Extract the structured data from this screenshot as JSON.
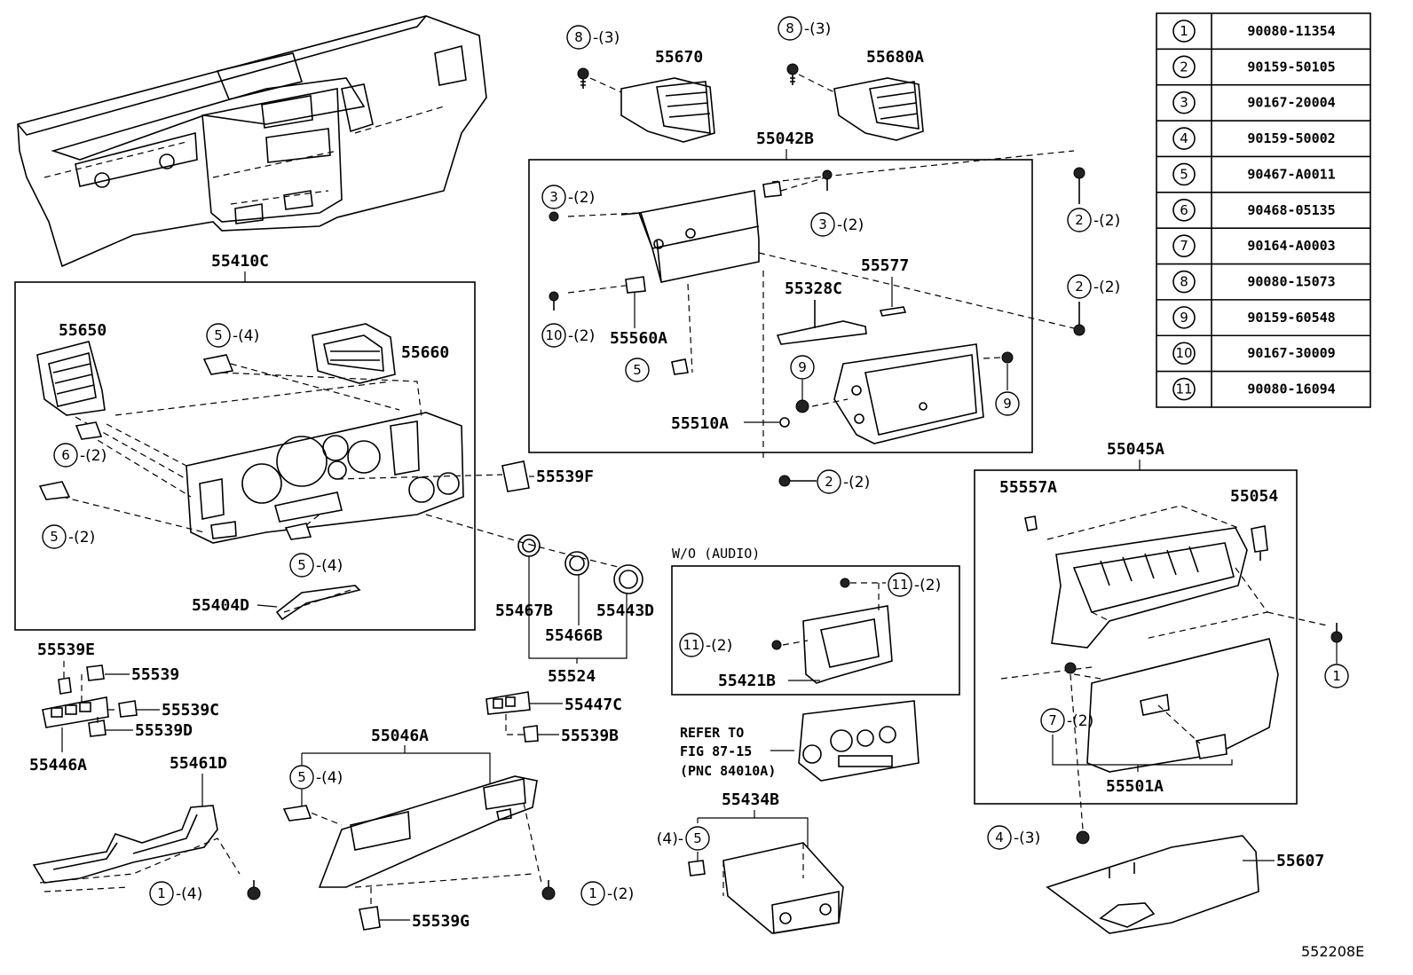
{
  "diagram_code": "552208E",
  "table": [
    {
      "n": "1",
      "part": "90080-11354"
    },
    {
      "n": "2",
      "part": "90159-50105"
    },
    {
      "n": "3",
      "part": "90167-20004"
    },
    {
      "n": "4",
      "part": "90159-50002"
    },
    {
      "n": "5",
      "part": "90467-A0011"
    },
    {
      "n": "6",
      "part": "90468-05135"
    },
    {
      "n": "7",
      "part": "90164-A0003"
    },
    {
      "n": "8",
      "part": "90080-15073"
    },
    {
      "n": "9",
      "part": "90159-60548"
    },
    {
      "n": "10",
      "part": "90167-30009"
    },
    {
      "n": "11",
      "part": "90080-16094"
    }
  ],
  "labels": {
    "p55410C": "55410C",
    "p55650": "55650",
    "p55660": "55660",
    "p55539F": "55539F",
    "p55404D": "55404D",
    "p55467B": "55467B",
    "p55443D": "55443D",
    "p55466B": "55466B",
    "p55524": "55524",
    "p55670": "55670",
    "p55680A": "55680A",
    "p55042B": "55042B",
    "p55577": "55577",
    "p55328C": "55328C",
    "p55560A": "55560A",
    "p55510A": "55510A",
    "p55045A": "55045A",
    "p55557A": "55557A",
    "p55054": "55054",
    "p55501A": "55501A",
    "p55607": "55607",
    "p55421B": "55421B",
    "p55434B": "55434B",
    "p55046A": "55046A",
    "p55539G": "55539G",
    "p55447C": "55447C",
    "p55539B": "55539B",
    "p55539E": "55539E",
    "p55539": "55539",
    "p55539C": "55539C",
    "p55539D": "55539D",
    "p55446A": "55446A",
    "p55461D": "55461D"
  },
  "wo_audio": "W/O (AUDIO)",
  "refer": {
    "line1": "REFER TO",
    "line2": "FIG 87-15",
    "line3": "(PNC 84010A)"
  },
  "callouts": {
    "c8a": {
      "n": "8",
      "q": "-(3)"
    },
    "c8b": {
      "n": "8",
      "q": "-(3)"
    },
    "c3a": {
      "n": "3",
      "q": "-(2)"
    },
    "c3b": {
      "n": "3",
      "q": "-(2)"
    },
    "c2a": {
      "n": "2",
      "q": "-(2)"
    },
    "c2b": {
      "n": "2",
      "q": "-(2)"
    },
    "c2c": {
      "n": "2",
      "q": "-(2)"
    },
    "c10": {
      "n": "10",
      "q": "-(2)"
    },
    "c5s": {
      "n": "5",
      "q": ""
    },
    "c9a": {
      "n": "9",
      "q": ""
    },
    "c9b": {
      "n": "9",
      "q": ""
    },
    "c5a": {
      "n": "5",
      "q": "-(4)"
    },
    "c6": {
      "n": "6",
      "q": "-(2)"
    },
    "c5b": {
      "n": "5",
      "q": "-(2)"
    },
    "c5c": {
      "n": "5",
      "q": "-(4)"
    },
    "c11a": {
      "n": "11",
      "q": "-(2)"
    },
    "c11b": {
      "n": "11",
      "q": "-(2)"
    },
    "c1r": {
      "n": "1",
      "q": ""
    },
    "c7": {
      "n": "7",
      "q": "-(2)"
    },
    "c4a": {
      "n": "4",
      "q": "-(3)"
    },
    "c4b": {
      "n": "5",
      "q": "(4)-"
    },
    "c5d": {
      "n": "5",
      "q": "-(4)"
    },
    "c1a": {
      "n": "1",
      "q": "-(4)"
    },
    "c1b": {
      "n": "1",
      "q": "-(2)"
    }
  }
}
